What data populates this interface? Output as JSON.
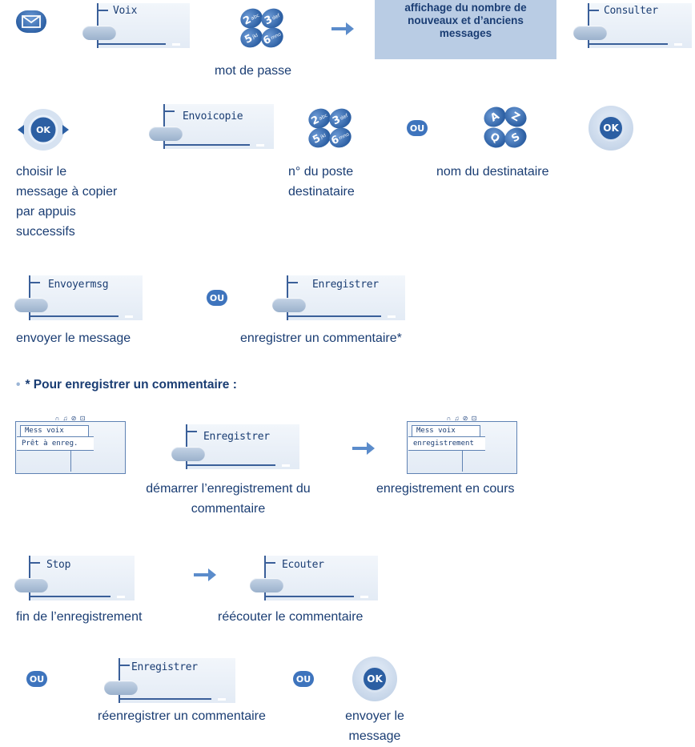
{
  "row1": {
    "softkey_voix": "Voix",
    "keypad_keys": [
      "2",
      "3",
      "5",
      "6"
    ],
    "keypad_subs": [
      "abc",
      "def",
      "jkl",
      "mno"
    ],
    "info_box": [
      "affichage du nombre de",
      "nouveaux et d’anciens",
      "messages"
    ],
    "softkey_consulter": "Consulter",
    "caption_password": "mot de passe"
  },
  "row2": {
    "softkey_envoicopie": "Envoicopie",
    "ou": "OU",
    "ok": "OK",
    "letters": [
      "A",
      "Z",
      "Q",
      "S"
    ],
    "caption_choose": [
      "choisir le",
      "message à copier",
      "par appuis",
      "successifs"
    ],
    "caption_station": [
      "n° du poste",
      "destinataire"
    ],
    "caption_name": "nom du destinataire"
  },
  "row3": {
    "softkey_envoyer": "Envoyermsg",
    "ou": "OU",
    "softkey_enregistrer": "Enregistrer",
    "caption_send": "envoyer le message",
    "caption_record": "enregistrer un commentaire*"
  },
  "section": {
    "title": "* Pour enregistrer un commentaire :"
  },
  "row4": {
    "screen1_icons": "∩ ♫ ⊘ ⊡",
    "screen1_tab": "Mess voix",
    "screen1_line": "Prêt à enreg.",
    "softkey_enregistrer": "Enregistrer",
    "screen2_icons": "∩ ♫ ⊘ ⊡",
    "screen2_tab": "Mess voix",
    "screen2_line": "enregistrement",
    "caption_start": [
      "démarrer l’enregistrement du",
      "commentaire"
    ],
    "caption_inprogress": "enregistrement en cours"
  },
  "row5": {
    "softkey_stop": "Stop",
    "softkey_ecouter": "Ecouter",
    "caption_end": "fin de l’enregistrement",
    "caption_listen": "réécouter le commentaire"
  },
  "row6": {
    "ou": "OU",
    "softkey_enregistrer": "Enregistrer",
    "ok": "OK",
    "caption_rerecord": "réenregistrer un commentaire",
    "caption_send": [
      "envoyer le",
      "message"
    ]
  }
}
